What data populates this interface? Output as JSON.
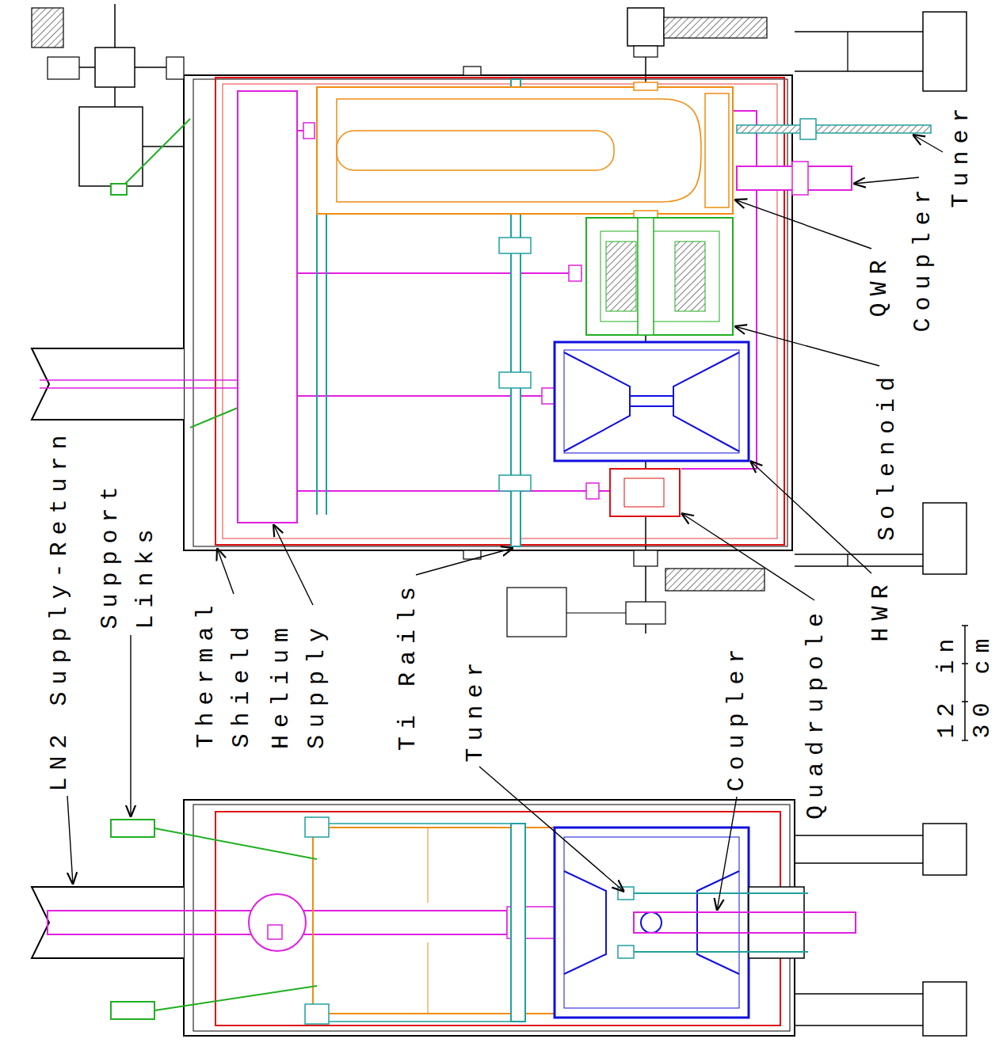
{
  "diagram": {
    "labels": [
      "LN2 Supply-Return",
      "Support Links",
      "Thermal Shield",
      "Helium Supply",
      "Ti Rails",
      "Tuner",
      "Coupler",
      "Quadrupole",
      "HWR",
      "Solenoid",
      "QWR",
      "Coupler",
      "Tuner",
      "12 in",
      "30 cm"
    ]
  }
}
